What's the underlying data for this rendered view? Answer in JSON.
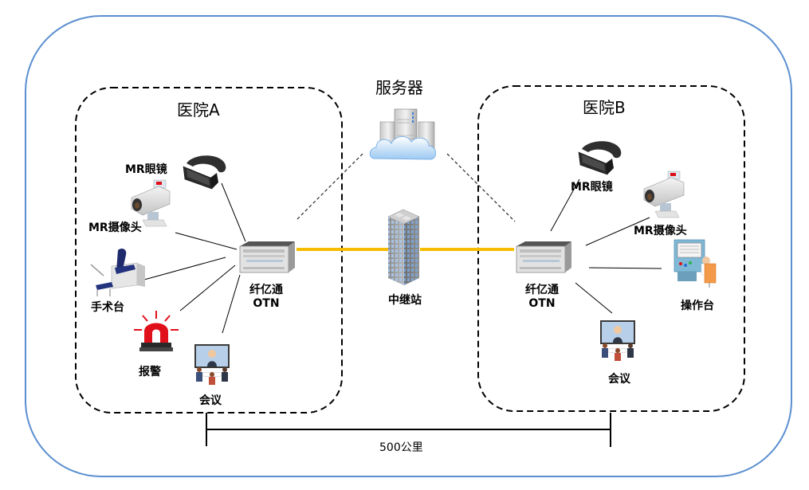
{
  "diagram": {
    "hospital_a": {
      "title": "医院A",
      "otn": {
        "line1": "纤亿通",
        "line2": "OTN"
      },
      "devices": [
        {
          "id": "mr-glasses",
          "label": "MR眼镜"
        },
        {
          "id": "mr-camera",
          "label": "MR摄像头"
        },
        {
          "id": "operating-table",
          "label": "手术台"
        },
        {
          "id": "alarm",
          "label": "报警"
        },
        {
          "id": "meeting",
          "label": "会议"
        }
      ]
    },
    "hospital_b": {
      "title": "医院B",
      "otn": {
        "line1": "纤亿通",
        "line2": "OTN"
      },
      "devices": [
        {
          "id": "mr-glasses",
          "label": "MR眼镜"
        },
        {
          "id": "mr-camera",
          "label": "MR摄像头"
        },
        {
          "id": "console",
          "label": "操作台"
        },
        {
          "id": "meeting",
          "label": "会议"
        }
      ]
    },
    "server": {
      "label": "服务器"
    },
    "relay": {
      "label": "中继站"
    },
    "distance": {
      "label": "500公里"
    },
    "colors": {
      "outer_border": "#5B8FD0",
      "fiber_link": "#F5BC00",
      "dashed": "#000000",
      "alarm_red": "#E0101A"
    }
  }
}
